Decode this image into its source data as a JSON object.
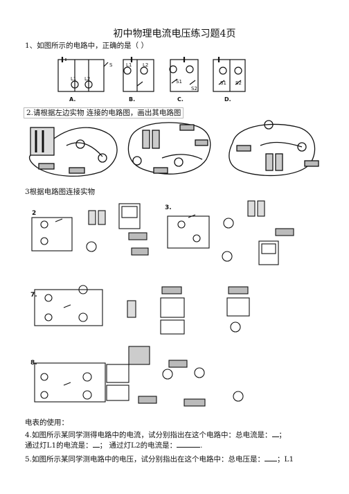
{
  "title": "初中物理电流电压练习题4页",
  "q1": {
    "prompt": "1、如图所示的电路中，正确的是（  ）",
    "options": [
      "A.",
      "B.",
      "C.",
      "D."
    ],
    "labels": {
      "s": "S",
      "l1": "L1",
      "l2": "L2",
      "s1": "S1",
      "s2": "S2"
    }
  },
  "q2": {
    "prompt": "2.请根据左边实物 连接的电路图，画出其电路图"
  },
  "q3": {
    "prompt": "3根据电路图连接实物",
    "n2": "2",
    "n3": "3.",
    "n7": "7.",
    "n8": "8."
  },
  "meter_usage": "电表的使用：",
  "q4": {
    "line1": "4.如图所示某同学测得电路中的电流，试分别指出在这个电路中：总电流是：",
    "line1_end": "；",
    "line2a": "通过灯L1的电流是：",
    "line2b": "；   通过灯L2的电流是：",
    "line2_end": "."
  },
  "q5": {
    "line1": "5.如图所示某同学测电路中的电压，试分别指出在这个电路中：总电压是：",
    "line1_end": "；L1"
  },
  "colors": {
    "ink": "#111111",
    "gray": "#666666",
    "box": "#bbbbbb"
  }
}
